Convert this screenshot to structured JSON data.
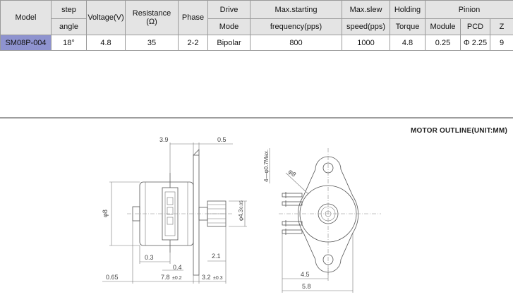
{
  "table": {
    "headers": {
      "model": "Model",
      "step_top": "step",
      "step_bottom": "angle",
      "voltage": "Voltage(V)",
      "resistance_top": "Resistance",
      "resistance_bottom": "(Ω)",
      "phase": "Phase",
      "drive_top": "Drive",
      "drive_bottom": "Mode",
      "max_start_top": "Max.starting",
      "max_start_bottom": "frequency(pps)",
      "max_slew_top": "Max.slew",
      "max_slew_bottom": "speed(pps)",
      "holding_top": "Holding",
      "holding_bottom": "Torque",
      "pinion": "Pinion",
      "pinion_module": "Module",
      "pinion_pcd": "PCD",
      "pinion_z": "Z"
    },
    "row": {
      "model": "SM08P-004",
      "step_angle": "18°",
      "voltage": "4.8",
      "resistance": "35",
      "phase": "2-2",
      "drive_mode": "Bipolar",
      "max_starting_frequency": "800",
      "max_slew_speed": "1000",
      "holding_torque": "4.8",
      "module": "0.25",
      "pcd": "Φ 2.25",
      "z": "9"
    }
  },
  "outline_title": "MOTOR OUTLINE(UNIT:MM)",
  "dimensions": {
    "d_3_9": "3.9",
    "d_0_5": "0.5",
    "d_phi8": "φ8",
    "d_phi4": "φ4.3",
    "d_phi4_tol": "0.05",
    "d_0_3": "0.3",
    "d_0_4": "0.4",
    "d_2_1": "2.1",
    "d_0_65": "0.65",
    "d_7_8": "7.8",
    "d_7_8_tol": "±0.2",
    "d_3_2": "3.2",
    "d_3_2_tol": "±0.3",
    "d_holes": "4—φ0.7Max.",
    "d_phi8_front": "φ8",
    "d_4_5": "4.5",
    "d_5_8": "5.8"
  },
  "colors": {
    "model_highlight": "#8e93cf",
    "header_bg": "#e4e4e4",
    "line": "#555555"
  }
}
